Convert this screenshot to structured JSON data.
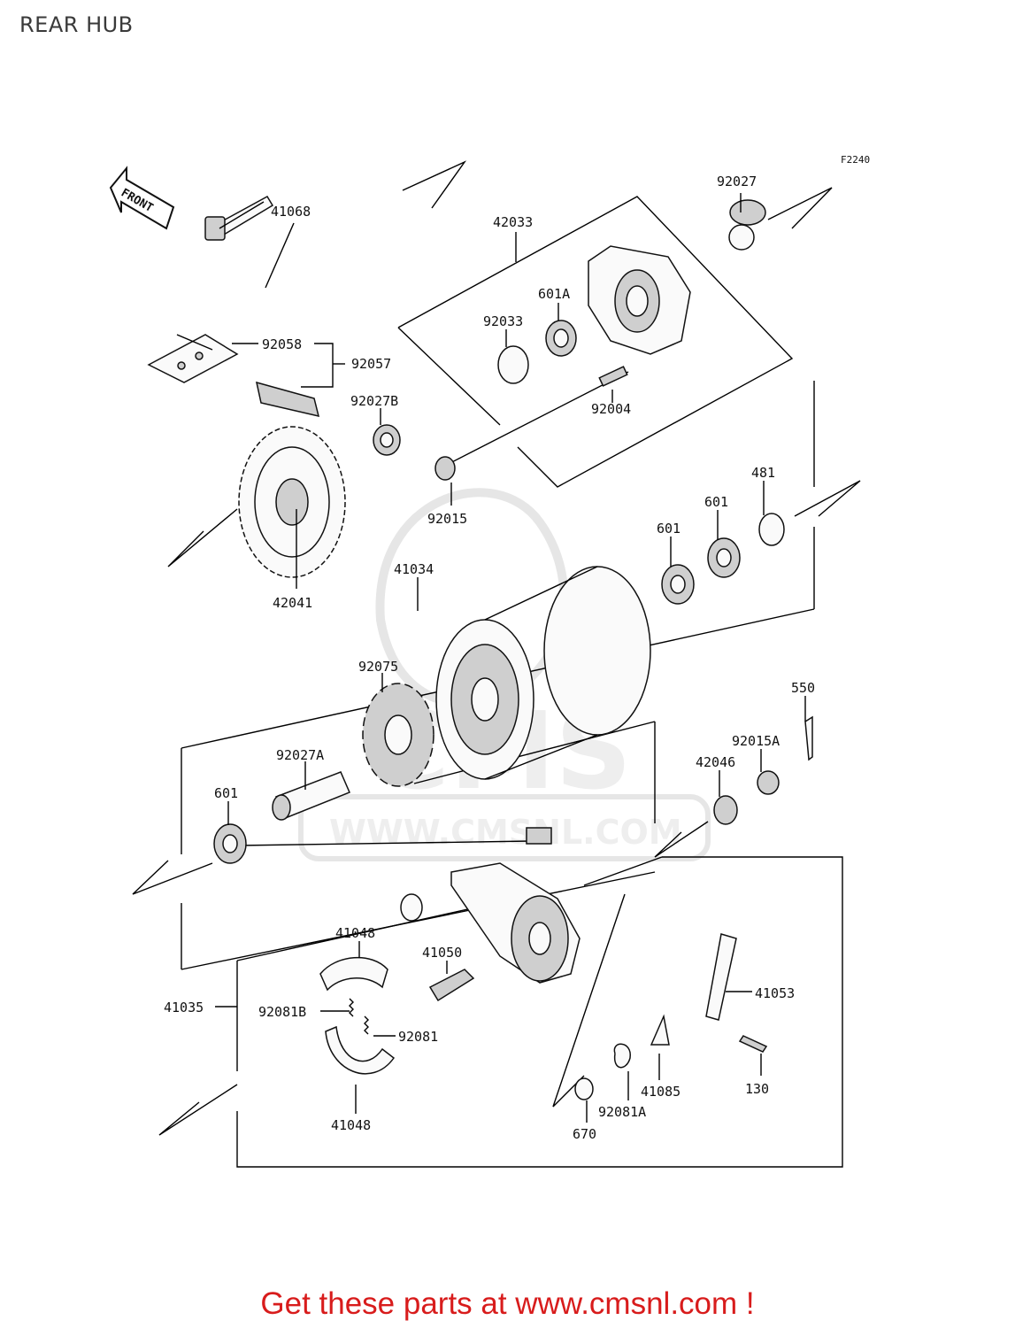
{
  "page": {
    "title": "REAR HUB",
    "diagram_code": "F2240",
    "footer": "Get these parts at www.cmsnl.com !"
  },
  "watermark": {
    "brand": "CMS",
    "url": "WWW.CMSNL.COM"
  },
  "front_marker": "FRONT",
  "parts": [
    {
      "id": "p-41068",
      "label": "41068"
    },
    {
      "id": "p-42033",
      "label": "42033"
    },
    {
      "id": "p-92027",
      "label": "92027"
    },
    {
      "id": "p-601A",
      "label": "601A"
    },
    {
      "id": "p-92033",
      "label": "92033"
    },
    {
      "id": "p-92058",
      "label": "92058"
    },
    {
      "id": "p-92057",
      "label": "92057"
    },
    {
      "id": "p-92027B",
      "label": "92027B"
    },
    {
      "id": "p-92004",
      "label": "92004"
    },
    {
      "id": "p-92015",
      "label": "92015"
    },
    {
      "id": "p-481",
      "label": "481"
    },
    {
      "id": "p-601-a",
      "label": "601"
    },
    {
      "id": "p-601-b",
      "label": "601"
    },
    {
      "id": "p-42041",
      "label": "42041"
    },
    {
      "id": "p-41034",
      "label": "41034"
    },
    {
      "id": "p-92075",
      "label": "92075"
    },
    {
      "id": "p-550",
      "label": "550"
    },
    {
      "id": "p-92015A",
      "label": "92015A"
    },
    {
      "id": "p-92027A",
      "label": "92027A"
    },
    {
      "id": "p-42046",
      "label": "42046"
    },
    {
      "id": "p-601-c",
      "label": "601"
    },
    {
      "id": "p-41048-a",
      "label": "41048"
    },
    {
      "id": "p-41050",
      "label": "41050"
    },
    {
      "id": "p-41035",
      "label": "41035"
    },
    {
      "id": "p-92081B",
      "label": "92081B"
    },
    {
      "id": "p-92081",
      "label": "92081"
    },
    {
      "id": "p-41053",
      "label": "41053"
    },
    {
      "id": "p-41085",
      "label": "41085"
    },
    {
      "id": "p-130",
      "label": "130"
    },
    {
      "id": "p-92081A",
      "label": "92081A"
    },
    {
      "id": "p-670",
      "label": "670"
    },
    {
      "id": "p-41048-b",
      "label": "41048"
    }
  ]
}
